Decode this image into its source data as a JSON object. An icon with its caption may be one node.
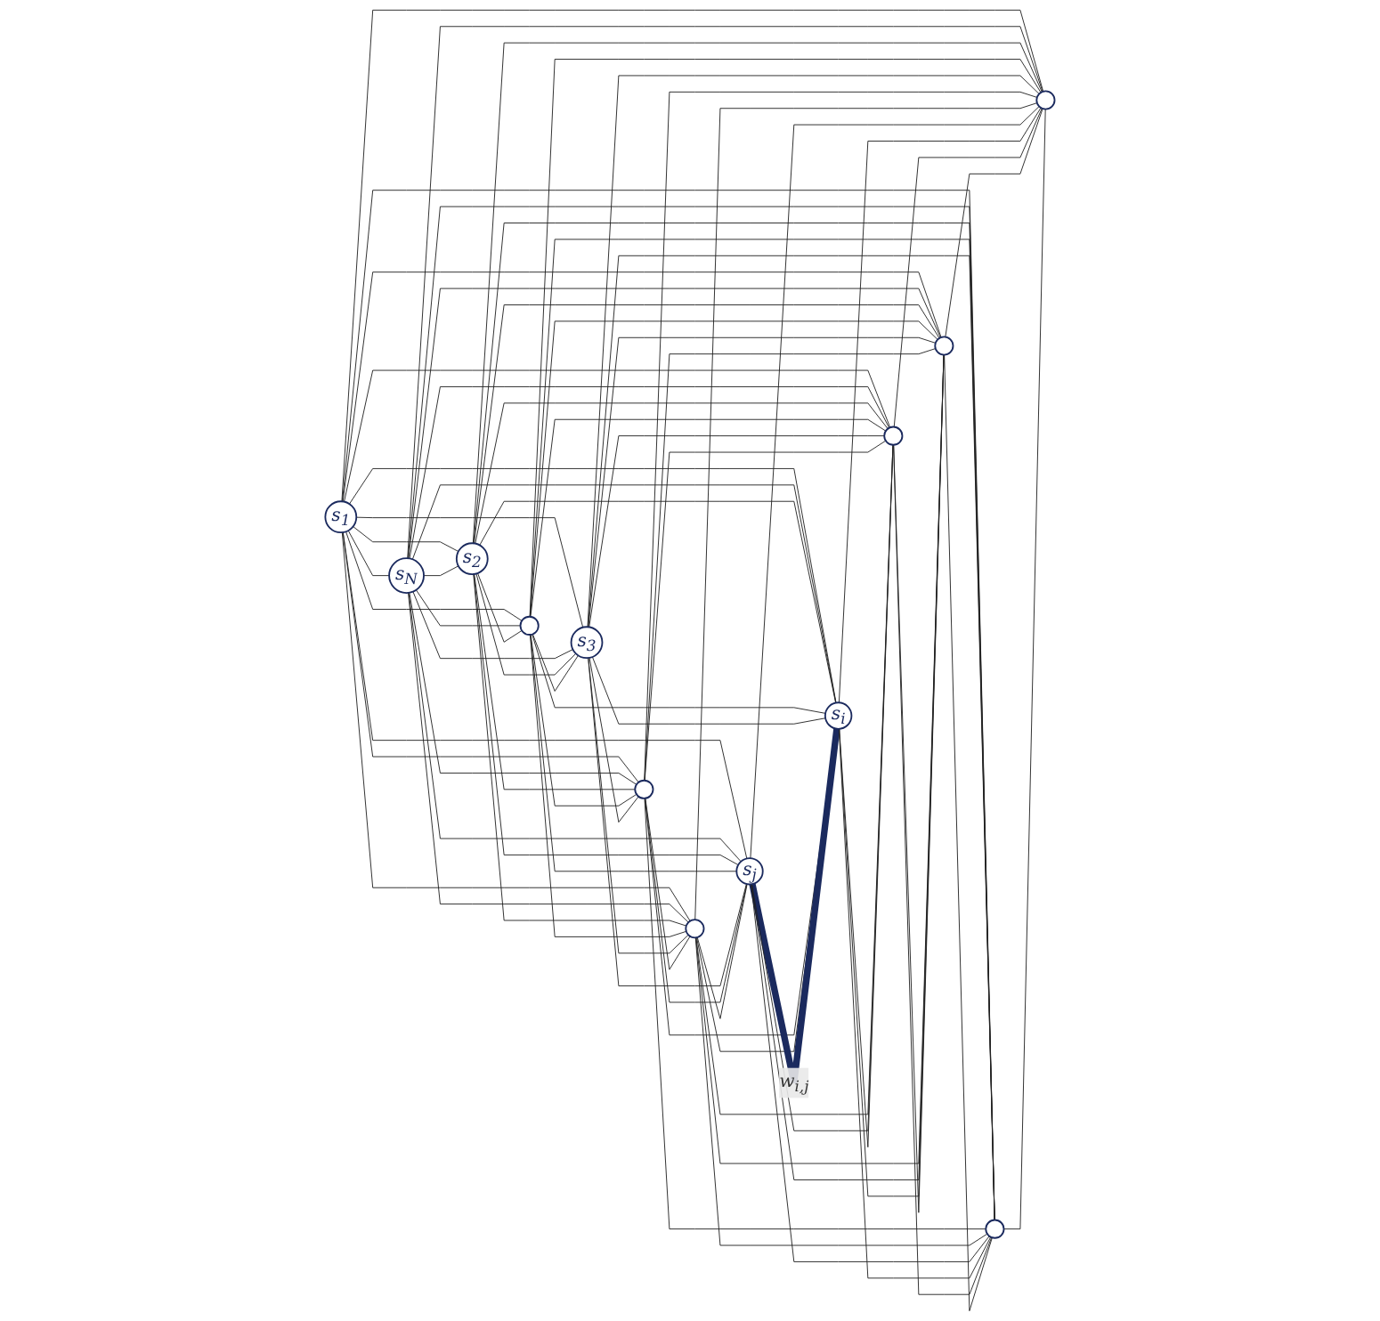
{
  "diagram": {
    "nodes": [
      {
        "text": [
          "s$_{1}$"
        ]
      },
      {
        "text": [
          "s$_{N}$"
        ]
      },
      {
        "text": [
          "s$_{2}$"
        ]
      },
      {
        "text": [],
        "shape": "circle"
      },
      {
        "text": [
          "s$_{3}$"
        ]
      },
      {
        "text": [],
        "shape": "circle"
      },
      {
        "text": [],
        "shape": "circle"
      },
      {
        "text": [
          "s$_{j}$"
        ]
      },
      {
        "text": [
          "s$_{i}$"
        ]
      },
      {
        "text": [],
        "shape": "circle"
      },
      {
        "text": [],
        "shape": "circle"
      },
      {
        "text": [],
        "shape": "circle"
      },
      {
        "text": [],
        "shape": "circle"
      }
    ],
    "edges": [
      {
        "from": 0,
        "to": 1,
        "arrow": "none"
      },
      {
        "from": 0,
        "to": 2,
        "arrow": "none"
      },
      {
        "from": 0,
        "to": 3,
        "arrow": "none"
      },
      {
        "from": 0,
        "to": 4,
        "arrow": "none"
      },
      {
        "from": 0,
        "to": 5,
        "arrow": "none"
      },
      {
        "from": 0,
        "to": 6,
        "arrow": "none"
      },
      {
        "from": 0,
        "to": 7,
        "arrow": "none"
      },
      {
        "from": 0,
        "to": 8,
        "arrow": "none"
      },
      {
        "from": 0,
        "to": 9,
        "arrow": "none"
      },
      {
        "from": 0,
        "to": 10,
        "arrow": "none"
      },
      {
        "from": 0,
        "to": 11,
        "arrow": "none"
      },
      {
        "from": 0,
        "to": 12,
        "arrow": "none"
      },
      {
        "from": 1,
        "to": 2,
        "arrow": "none"
      },
      {
        "from": 1,
        "to": 3,
        "arrow": "none"
      },
      {
        "from": 1,
        "to": 4,
        "arrow": "none"
      },
      {
        "from": 1,
        "to": 5,
        "arrow": "none"
      },
      {
        "from": 1,
        "to": 6,
        "arrow": "none"
      },
      {
        "from": 1,
        "to": 7,
        "arrow": "none"
      },
      {
        "from": 1,
        "to": 8,
        "arrow": "none"
      },
      {
        "from": 1,
        "to": 9,
        "arrow": "none"
      },
      {
        "from": 1,
        "to": 10,
        "arrow": "none"
      },
      {
        "from": 1,
        "to": 11,
        "arrow": "none"
      },
      {
        "from": 1,
        "to": 12,
        "arrow": "none"
      },
      {
        "from": 2,
        "to": 3,
        "arrow": "none"
      },
      {
        "from": 2,
        "to": 4,
        "arrow": "none"
      },
      {
        "from": 2,
        "to": 5,
        "arrow": "none"
      },
      {
        "from": 2,
        "to": 6,
        "arrow": "none"
      },
      {
        "from": 2,
        "to": 7,
        "arrow": "none"
      },
      {
        "from": 2,
        "to": 8,
        "arrow": "none"
      },
      {
        "from": 2,
        "to": 9,
        "arrow": "none"
      },
      {
        "from": 2,
        "to": 10,
        "arrow": "none"
      },
      {
        "from": 2,
        "to": 11,
        "arrow": "none"
      },
      {
        "from": 2,
        "to": 12,
        "arrow": "none"
      },
      {
        "from": 3,
        "to": 4,
        "arrow": "none"
      },
      {
        "from": 3,
        "to": 5,
        "arrow": "none"
      },
      {
        "from": 3,
        "to": 6,
        "arrow": "none"
      },
      {
        "from": 3,
        "to": 7,
        "arrow": "none"
      },
      {
        "from": 3,
        "to": 8,
        "arrow": "none"
      },
      {
        "from": 3,
        "to": 9,
        "arrow": "none"
      },
      {
        "from": 3,
        "to": 10,
        "arrow": "none"
      },
      {
        "from": 3,
        "to": 11,
        "arrow": "none"
      },
      {
        "from": 3,
        "to": 12,
        "arrow": "none"
      },
      {
        "from": 4,
        "to": 5,
        "arrow": "none"
      },
      {
        "from": 4,
        "to": 6,
        "arrow": "none"
      },
      {
        "from": 4,
        "to": 7,
        "arrow": "none"
      },
      {
        "from": 4,
        "to": 8,
        "arrow": "none"
      },
      {
        "from": 4,
        "to": 9,
        "arrow": "none"
      },
      {
        "from": 4,
        "to": 10,
        "arrow": "none"
      },
      {
        "from": 4,
        "to": 11,
        "arrow": "none"
      },
      {
        "from": 4,
        "to": 12,
        "arrow": "none"
      },
      {
        "from": 5,
        "to": 6,
        "arrow": "none"
      },
      {
        "from": 5,
        "to": 7,
        "arrow": "none"
      },
      {
        "from": 5,
        "to": 8,
        "arrow": "none"
      },
      {
        "from": 5,
        "to": 9,
        "arrow": "none"
      },
      {
        "from": 5,
        "to": 10,
        "arrow": "none"
      },
      {
        "from": 5,
        "to": 11,
        "arrow": "none"
      },
      {
        "from": 5,
        "to": 12,
        "arrow": "none"
      },
      {
        "from": 6,
        "to": 7,
        "arrow": "none"
      },
      {
        "from": 6,
        "to": 8,
        "arrow": "none"
      },
      {
        "from": 6,
        "to": 9,
        "arrow": "none"
      },
      {
        "from": 6,
        "to": 10,
        "arrow": "none"
      },
      {
        "from": 6,
        "to": 11,
        "arrow": "none"
      },
      {
        "from": 6,
        "to": 12,
        "arrow": "none"
      },
      {
        "from": 7,
        "to": 8,
        "arrow": "none",
        "label": "w$_{i,j}$",
        "style": "thick",
        "color": "#1b2a5e"
      },
      {
        "from": 7,
        "to": 9,
        "arrow": "none"
      },
      {
        "from": 7,
        "to": 10,
        "arrow": "none"
      },
      {
        "from": 7,
        "to": 11,
        "arrow": "none"
      },
      {
        "from": 7,
        "to": 12,
        "arrow": "none"
      },
      {
        "from": 8,
        "to": 9,
        "arrow": "none"
      },
      {
        "from": 8,
        "to": 10,
        "arrow": "none"
      },
      {
        "from": 8,
        "to": 11,
        "arrow": "none"
      },
      {
        "from": 8,
        "to": 12,
        "arrow": "none"
      },
      {
        "from": 9,
        "to": 10,
        "arrow": "none"
      },
      {
        "from": 9,
        "to": 11,
        "arrow": "none"
      },
      {
        "from": 9,
        "to": 12,
        "arrow": "none"
      },
      {
        "from": 10,
        "to": 11,
        "arrow": "none"
      },
      {
        "from": 10,
        "to": 12,
        "arrow": "none"
      },
      {
        "from": 11,
        "to": 12,
        "arrow": "none"
      }
    ]
  }
}
